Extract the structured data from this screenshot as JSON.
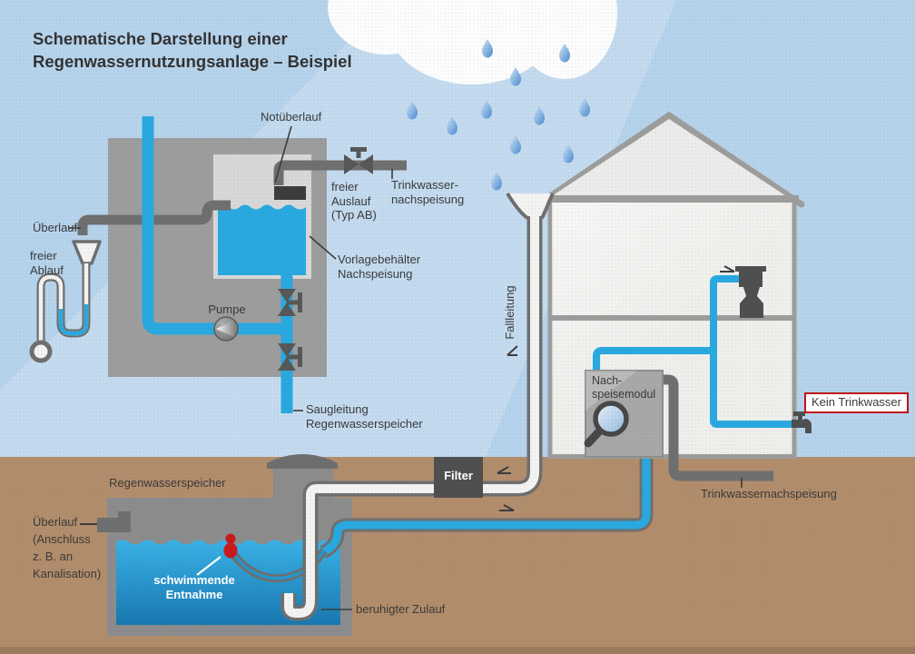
{
  "title": "Schematische Darstellung einer\nRegenwassernutzungsanlage – Beispiel",
  "labels": {
    "not_ueberlauf": "Notüberlauf",
    "trinkwasser_nachspeisung_oben": "Trinkwasser-\nnachspeisung",
    "freier_auslauf": "freier\nAuslauf\n(Typ AB)",
    "ueberlauf_technikraum": "Überlauf",
    "freier_ablauf": "freier\nAblauf",
    "vorlagebehaelter": "Vorlagebehälter\nNachspeisung",
    "pumpe": "Pumpe",
    "saugleitung": "Saugleitung\nRegenwasserspeicher",
    "fallleitung": "Fallleitung",
    "filter": "Filter",
    "nachspeisemodul": "Nach-\nspeisemodul",
    "kein_trinkwasser": "Kein Trinkwasser",
    "trinkwasser_nachspeisung_unten": "Trinkwassernachspeisung",
    "regenwasserspeicher": "Regenwasserspeicher",
    "ueberlauf_kanalisation": "Überlauf\n(Anschluss\nz. B. an\nKanalisation)",
    "schwimmende_entnahme": "schwimmende\nEntnahme",
    "beruhigter_zulauf": "beruhigter Zulauf"
  },
  "colors": {
    "sky": "#b6d3ec",
    "ground": "#b28d6b",
    "water_blue": "#29a9e0",
    "pipe_dark_gray": "#6f6f6f",
    "concrete_gray": "#8c8c8c",
    "technic_room_gray": "#9d9d9d",
    "house_wall": "#efefec",
    "filter_box": "#4f4f4f",
    "white_pipe": "#f3f3f1",
    "warning_red_border": "#c01318",
    "float_red": "#c9191d",
    "text": "#3a3a3a"
  }
}
